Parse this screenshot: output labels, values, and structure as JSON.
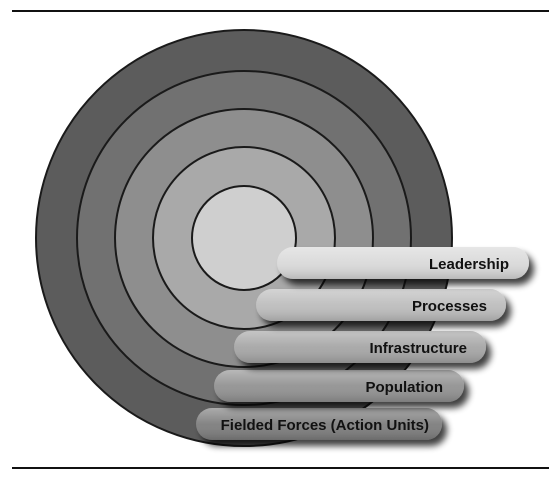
{
  "figure": {
    "rings": [
      {
        "label": "Leadership",
        "fill": "#cfcfcf"
      },
      {
        "label": "Processes",
        "fill": "#a9a9a9"
      },
      {
        "label": "Infrastructure",
        "fill": "#8e8e8e"
      },
      {
        "label": "Population",
        "fill": "#717171"
      },
      {
        "label": "Fielded Forces (Action Units)",
        "fill": "#5c5c5c"
      }
    ],
    "outline_color": "#1a1a1a",
    "label_bar_colors": [
      "#d9d9d9",
      "#bdbdbd",
      "#a6a6a6",
      "#929292",
      "#7e7e7e"
    ]
  }
}
